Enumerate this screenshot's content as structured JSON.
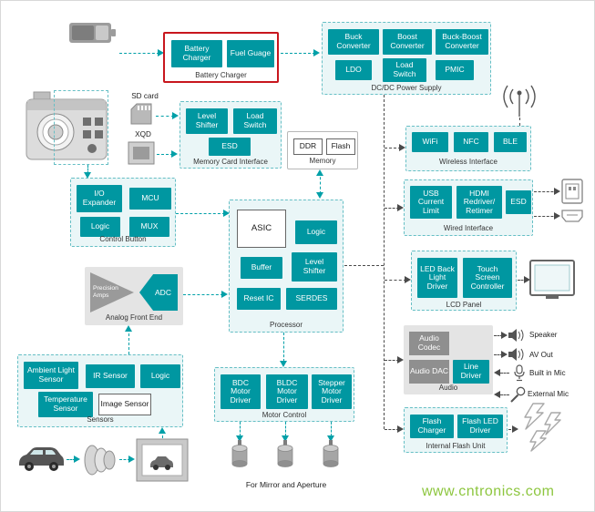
{
  "colors": {
    "teal": "#0097A1",
    "group_bg": "#EAF6F7",
    "group_border": "#66BFC5",
    "red_border": "#C8161D",
    "gray_block": "#8F8F8F",
    "gray_bg": "#E4E4E4",
    "line_teal": "#00A0A8",
    "line_black": "#4A4A4A",
    "watermark_green": "#8DC63F"
  },
  "watermark": "www.cntronics.com",
  "groups": {
    "battery_charger": {
      "label": "Battery Charger",
      "blocks": {
        "charger": "Battery Charger",
        "fuel_gauge": "Fuel Guage"
      }
    },
    "dcdc": {
      "label": "DC/DC Power Supply",
      "blocks": {
        "buck": "Buck Converter",
        "boost": "Boost Converter",
        "buck_boost": "Buck-Boost Converter",
        "ldo": "LDO",
        "load_switch": "Load Switch",
        "pmic": "PMIC"
      }
    },
    "memory_card": {
      "label": "Memory Card Interface",
      "sd_label": "SD card",
      "xqd_label": "XQD",
      "blocks": {
        "level_shifter": "Level Shifter",
        "load_switch": "Load Switch",
        "esd": "ESD"
      }
    },
    "memory": {
      "label": "Memory",
      "blocks": {
        "ddr": "DDR",
        "flash": "Flash"
      }
    },
    "control_button": {
      "label": "Control Button",
      "blocks": {
        "io_expander": "I/O Expander",
        "mcu": "MCU",
        "logic": "Logic",
        "mux": "MUX"
      }
    },
    "afe": {
      "label": "Analog Front End",
      "blocks": {
        "precision_amps": "Precision Amps",
        "adc": "ADC"
      }
    },
    "sensors": {
      "label": "Sensors",
      "blocks": {
        "ambient": "Ambient Light Sensor",
        "ir": "IR Sensor",
        "logic": "Logic",
        "temperature": "Temperature Sensor",
        "image_sensor": "Image Sensor"
      }
    },
    "processor": {
      "label": "Processor",
      "blocks": {
        "asic": "ASIC",
        "logic": "Logic",
        "buffer": "Buffer",
        "level_shifter": "Level Shifter",
        "reset_ic": "Reset IC",
        "serdes": "SERDES"
      }
    },
    "motor_control": {
      "label": "Motor Control",
      "caption": "For Mirror and Aperture",
      "blocks": {
        "bdc": "BDC Motor Driver",
        "bldc": "BLDC Motor Driver",
        "stepper": "Stepper Motor Driver"
      }
    },
    "wireless": {
      "label": "Wireless Interface",
      "blocks": {
        "wifi": "WiFi",
        "nfc": "NFC",
        "ble": "BLE"
      }
    },
    "wired": {
      "label": "Wired Interface",
      "blocks": {
        "usb": "USB Current Limit",
        "hdmi": "HDMI Redriver/ Retimer",
        "esd": "ESD"
      }
    },
    "lcd": {
      "label": "LCD Panel",
      "blocks": {
        "backlight": "LED Back Light Driver",
        "touch": "Touch Screen Controller"
      }
    },
    "audio": {
      "label": "Audio",
      "blocks": {
        "codec": "Audio Codec",
        "dac": "Audio DAC",
        "line_driver": "Line Driver"
      },
      "outputs": {
        "speaker": "Speaker",
        "av_out": "AV Out",
        "built_in_mic": "Built in Mic",
        "external_mic": "External Mic"
      }
    },
    "internal_flash": {
      "label": "Internal Flash Unit",
      "blocks": {
        "flash_charger": "Flash Charger",
        "flash_led": "Flash LED Driver"
      }
    }
  }
}
